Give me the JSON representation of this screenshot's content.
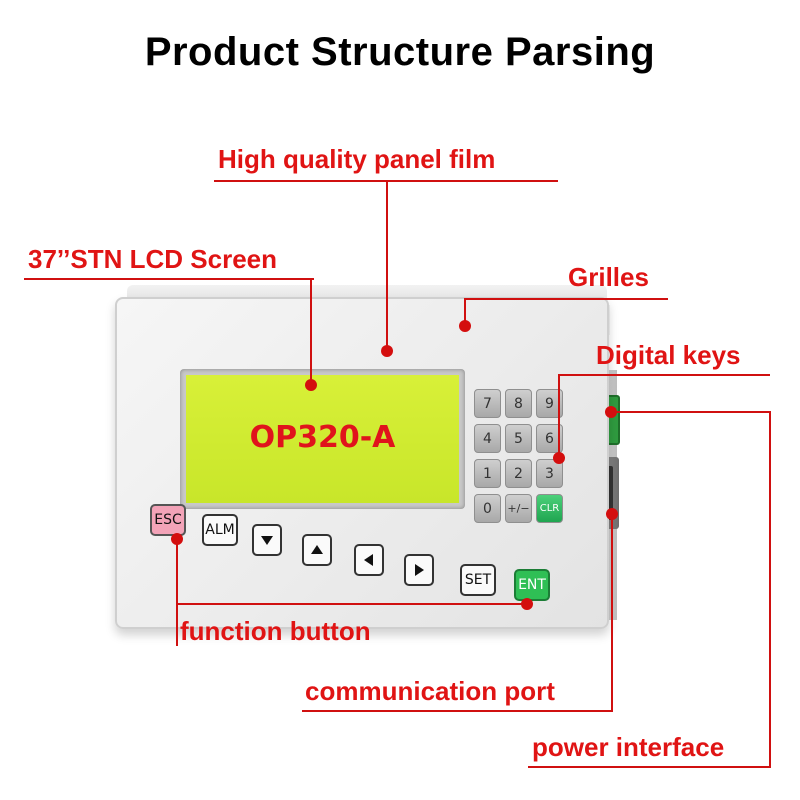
{
  "title": "Product Structure Parsing",
  "labels": {
    "panel_film": "High quality panel film",
    "lcd_screen": "37’’STN LCD Screen",
    "grilles": "Grilles",
    "digital_keys": "Digital keys",
    "function_button": "function button",
    "communication_port": "communication port",
    "power_interface": "power interface"
  },
  "device": {
    "lcd_text": "OP320-A",
    "keypad": [
      "7",
      "8",
      "9",
      "4",
      "5",
      "6",
      "1",
      "2",
      "3",
      "0",
      "+/−",
      "CLR"
    ],
    "function_keys": {
      "esc": "ESC",
      "alm": "ALM",
      "set": "SET",
      "ent": "ENT"
    },
    "nav_keys": [
      "down-arrow",
      "up-arrow",
      "left-arrow",
      "right-arrow"
    ]
  },
  "colors": {
    "annotation": "#e01414",
    "lcd": "#c8e62a",
    "lcd_text": "#e0141c",
    "ent_key": "#2fbf55",
    "esc_key": "#f3a3b8",
    "clr_key": "#1fa550"
  }
}
